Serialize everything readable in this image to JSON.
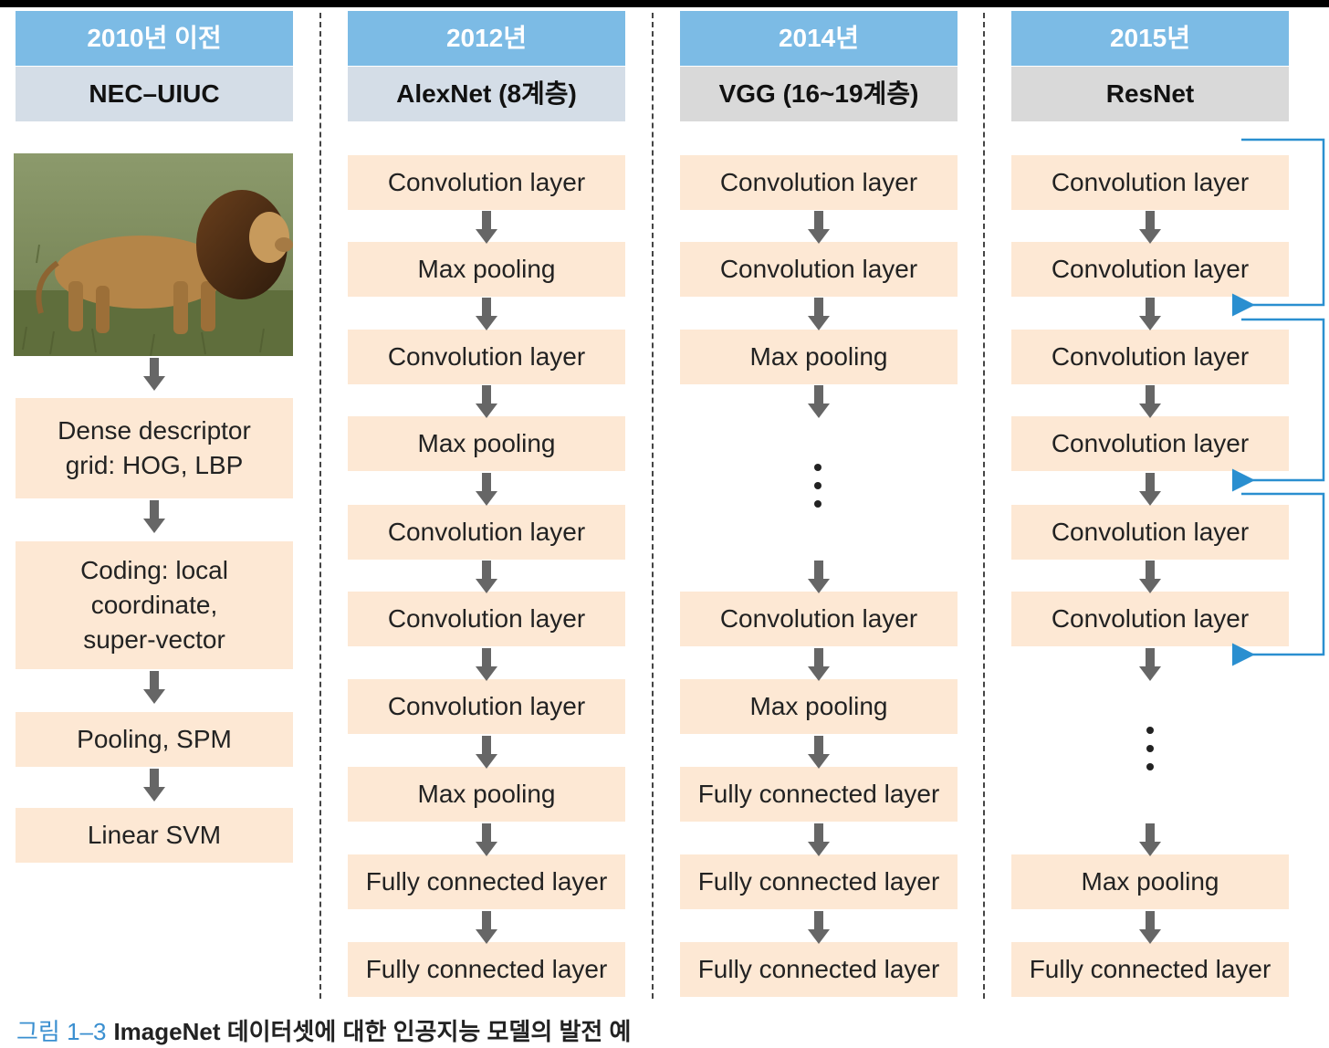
{
  "columns": [
    {
      "year": "2010년 이전",
      "model": "NEC–UIUC",
      "steps": [
        "Dense descriptor\ngrid: HOG, LBP",
        "Coding: local\ncoordinate,\nsuper-vector",
        "Pooling, SPM",
        "Linear SVM"
      ]
    },
    {
      "year": "2012년",
      "model": "AlexNet (8계층)",
      "steps": [
        "Convolution layer",
        "Max pooling",
        "Convolution layer",
        "Max pooling",
        "Convolution layer",
        "Convolution layer",
        "Convolution layer",
        "Max pooling",
        "Fully connected layer",
        "Fully connected layer"
      ]
    },
    {
      "year": "2014년",
      "model": "VGG (16~19계층)",
      "steps": [
        "Convolution layer",
        "Convolution layer",
        "Max pooling",
        "Convolution layer",
        "Max pooling",
        "Fully connected layer",
        "Fully connected layer",
        "Fully connected layer"
      ]
    },
    {
      "year": "2015년",
      "model": "ResNet",
      "steps": [
        "Convolution layer",
        "Convolution layer",
        "Convolution layer",
        "Convolution layer",
        "Convolution layer",
        "Convolution layer",
        "Max pooling",
        "Fully connected layer"
      ]
    }
  ],
  "caption": {
    "figure_number": "그림 1–3",
    "text": "ImageNet 데이터셋에 대한 인공지능 모델의 발전 예"
  },
  "colors": {
    "year_header": "#7cbbe5",
    "model_header_first_two": "#d4dde7",
    "model_header_last_two": "#d9d9d9",
    "layer_box": "#fde8d4",
    "arrow": "#666666",
    "skip_connection": "#2a8fd0"
  }
}
